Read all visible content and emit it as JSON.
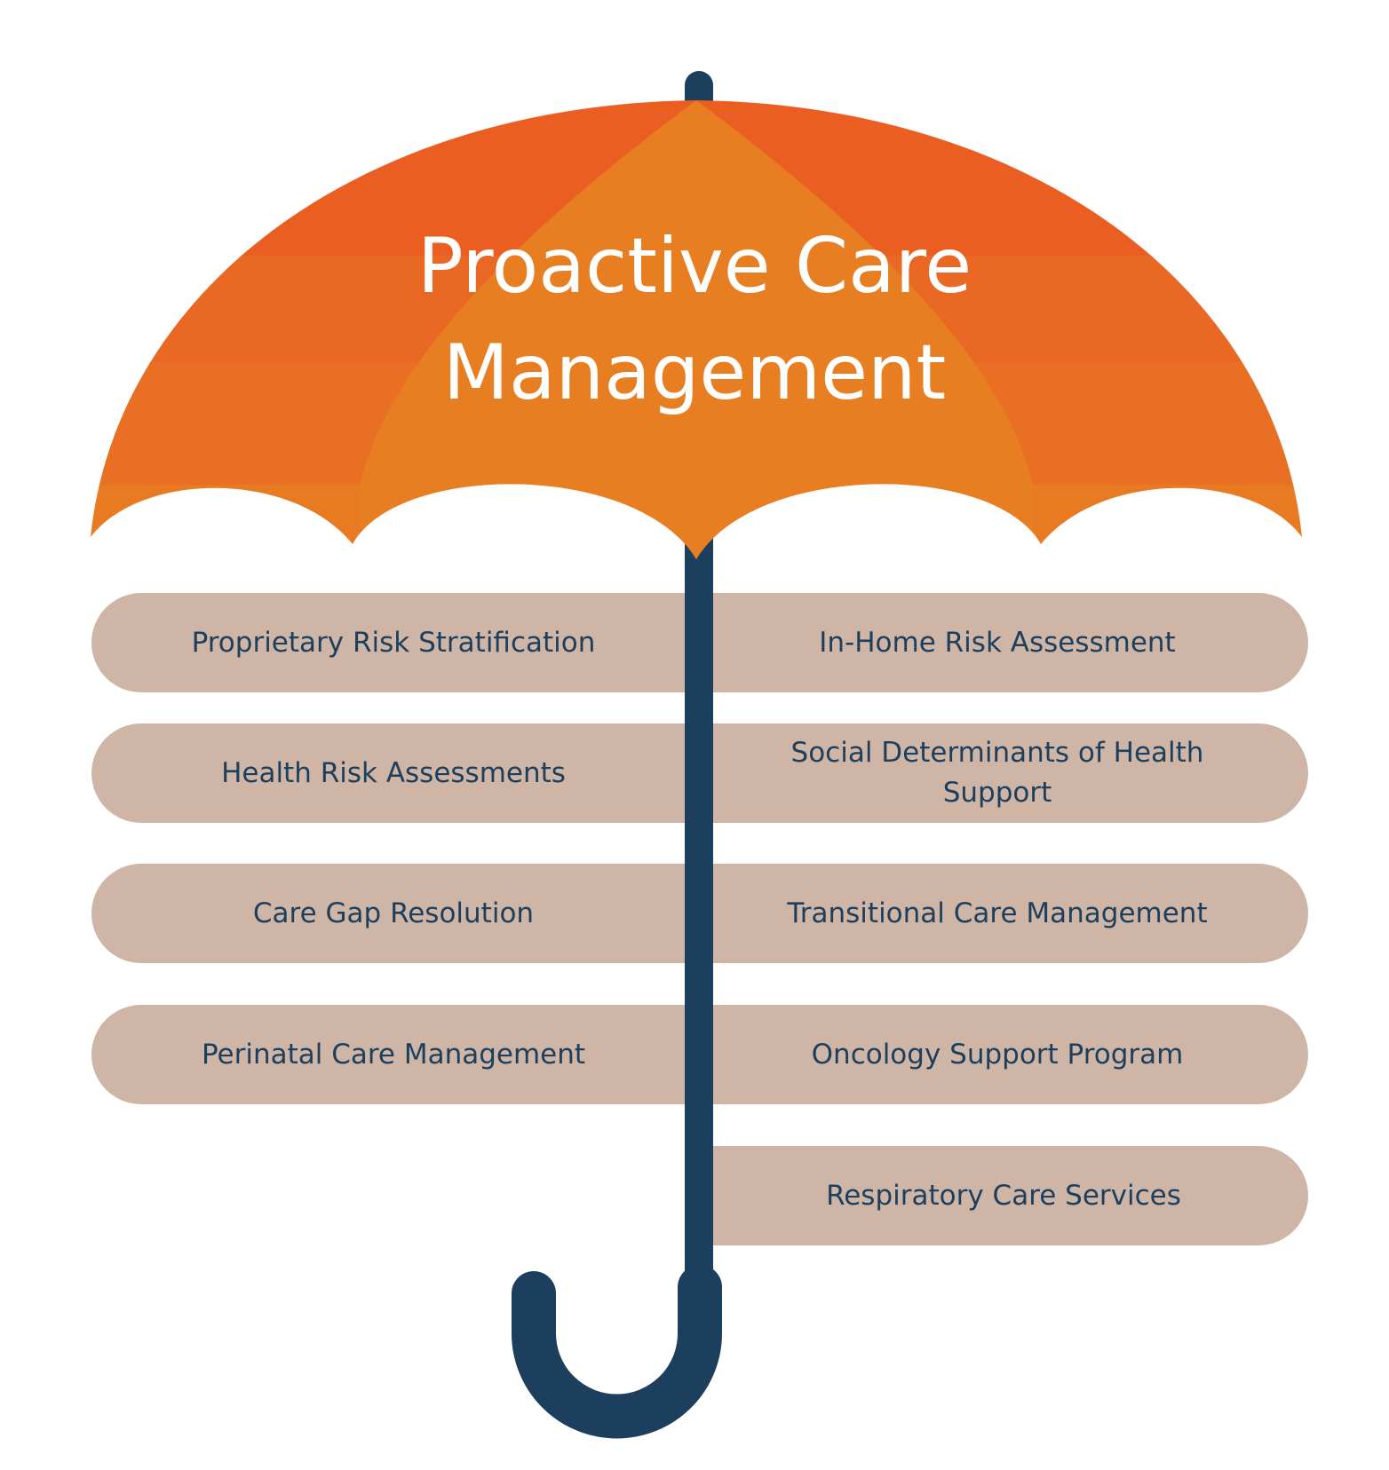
{
  "title": {
    "line1": "Proactive Care",
    "line2": "Management"
  },
  "rows": [
    {
      "left": "Proprietary Risk Stratification",
      "right": "In-Home Risk Assessment"
    },
    {
      "left": "Health Risk Assessments",
      "right": "Social Determinants of Health Support"
    },
    {
      "left": "Care Gap Resolution",
      "right": "Transitional Care Management"
    },
    {
      "left": "Perinatal Care Management",
      "right": "Oncology Support Program"
    }
  ],
  "last_row": {
    "right": "Respiratory Care Services"
  },
  "colors": {
    "canopy_dark": "#EB5E22",
    "canopy_mid": "#E96E23",
    "canopy_light": "#E87E22",
    "pill": "#CFB5A5",
    "navy": "#1C3F5E"
  }
}
